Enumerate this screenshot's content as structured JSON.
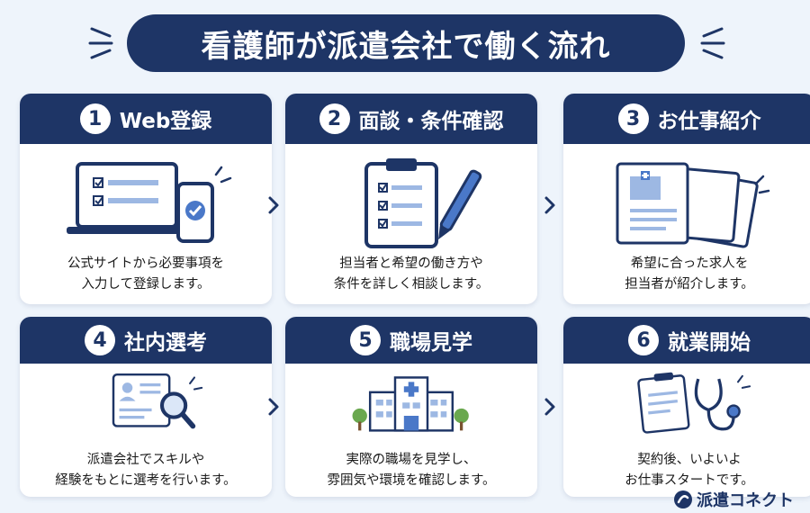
{
  "title": "看護師が派遣会社で働く流れ",
  "steps": [
    {
      "num": "1",
      "title": "Web登録",
      "desc": [
        "公式サイトから必要事項を",
        "入力して登録します。"
      ]
    },
    {
      "num": "2",
      "title": "面談・条件確認",
      "desc": [
        "担当者と希望の働き方や",
        "条件を詳しく相談します。"
      ]
    },
    {
      "num": "3",
      "title": "お仕事紹介",
      "desc": [
        "希望に合った求人を",
        "担当者が紹介します。"
      ]
    },
    {
      "num": "4",
      "title": "社内選考",
      "desc": [
        "派遣会社でスキルや",
        "経験をもとに選考を行います。"
      ]
    },
    {
      "num": "5",
      "title": "職場見学",
      "desc": [
        "実際の職場を見学し、",
        "雰囲気や環境を確認します。"
      ]
    },
    {
      "num": "6",
      "title": "就業開始",
      "desc": [
        "契約後、いよいよ",
        "お仕事スタートです。"
      ]
    }
  ],
  "footer": {
    "brand": "派遣コネクト"
  },
  "colors": {
    "navy": "#1e3566",
    "accent": "#4a78c8",
    "background": "#eef4fb"
  }
}
